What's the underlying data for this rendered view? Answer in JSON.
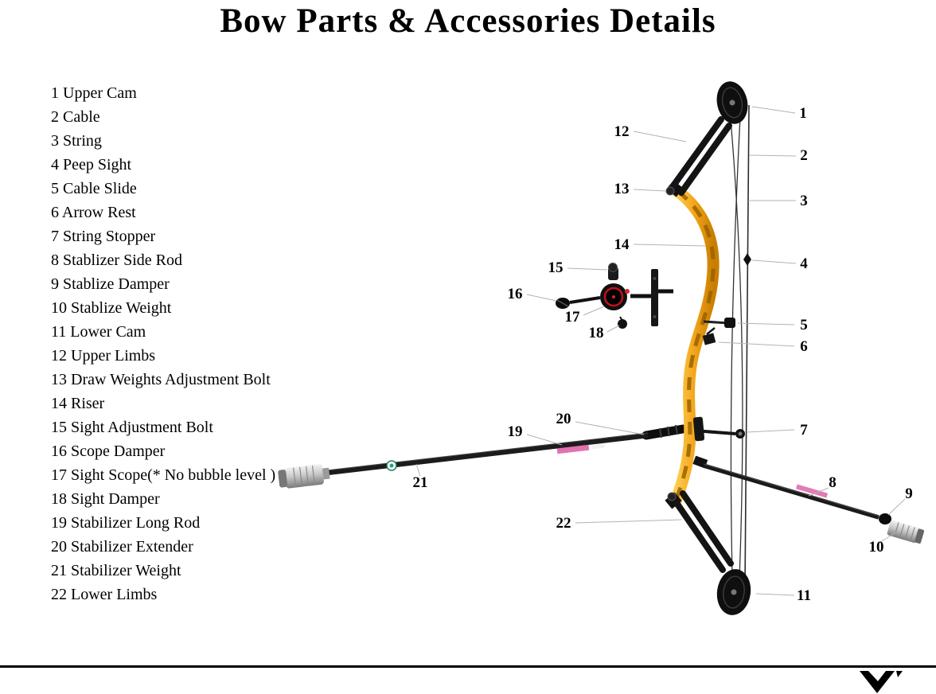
{
  "title": "Bow Parts & Accessories Details",
  "parts_list": [
    "1 Upper Cam",
    "2 Cable",
    "3 String",
    "4 Peep Sight",
    "5 Cable Slide",
    "6 Arrow Rest",
    "7 String Stopper",
    "8 Stablizer Side Rod",
    "9 Stablize Damper",
    "10 Stablize Weight",
    "11 Lower Cam",
    "12 Upper Limbs",
    "13 Draw Weights Adjustment Bolt",
    "14 Riser",
    "15 Sight Adjustment Bolt",
    "16 Scope Damper",
    "17 Sight Scope(* No bubble level )",
    "18 Sight Damper",
    "19 Stabilizer Long Rod",
    "20 Stabilizer Extender",
    "21 Stabilizer Weight",
    "22 Lower Limbs"
  ],
  "callouts": [
    "1",
    "2",
    "3",
    "4",
    "5",
    "6",
    "7",
    "8",
    "9",
    "10",
    "11",
    "12",
    "13",
    "14",
    "15",
    "16",
    "17",
    "18",
    "19",
    "20",
    "21",
    "22"
  ],
  "colors": {
    "riser_gold": "#F2A51A",
    "limb_black": "#151515",
    "leader_gray": "#b3b3b3",
    "scope_red": "#c1121f",
    "accent_red": "#d62828"
  }
}
